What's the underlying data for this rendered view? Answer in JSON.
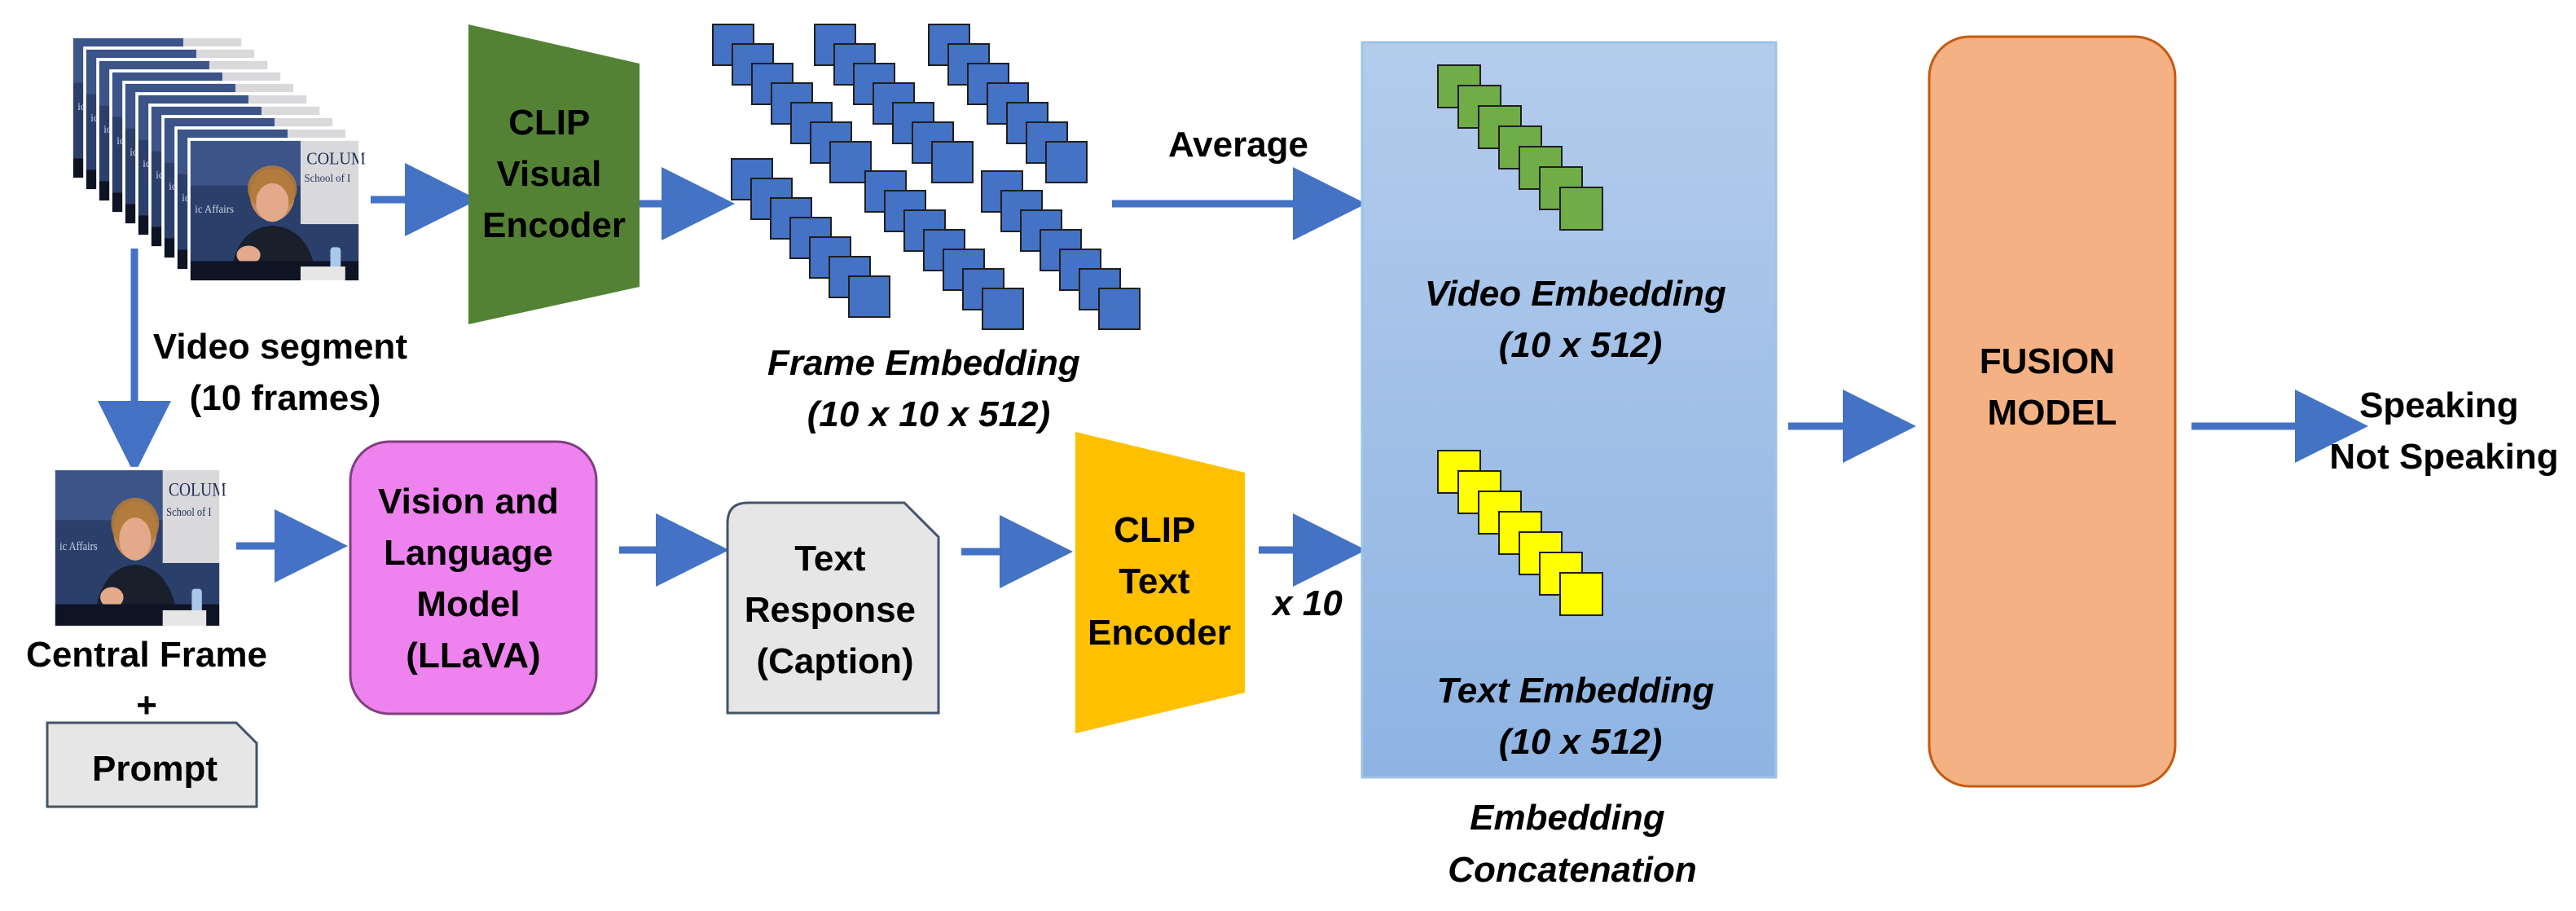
{
  "inputs": {
    "video_segment": [
      "Video segment",
      "(10 frames)"
    ],
    "central_frame": "Central Frame",
    "plus": "+",
    "prompt": "Prompt",
    "slide_text": [
      "COLUM",
      "School of I",
      "ic Affairs"
    ]
  },
  "clip_visual_encoder": [
    "CLIP",
    "Visual",
    "Encoder"
  ],
  "frame_embedding": [
    "Frame Embedding",
    "(10 x 10 x 512)"
  ],
  "average": "Average",
  "vision_language_model": [
    "Vision and",
    "Language",
    "Model",
    "(LLaVA)"
  ],
  "text_response": [
    "Text",
    "Response",
    "(Caption)"
  ],
  "clip_text_encoder": [
    "CLIP",
    "Text",
    "Encoder"
  ],
  "repeat_label": "x 10",
  "video_embedding": [
    "Video Embedding",
    "(10 x 512)"
  ],
  "text_embedding": [
    "Text Embedding",
    "(10 x 512)"
  ],
  "embedding_concatenation": [
    "Embedding",
    "Concatenation"
  ],
  "fusion_model": [
    "FUSION",
    "MODEL"
  ],
  "outputs": [
    "Speaking",
    "Not Speaking"
  ],
  "colors": {
    "arrow": "#4472C4",
    "frame_square": "#4472C4",
    "video_square": "#70AD47",
    "text_square": "#FFFF00",
    "visual_encoder": "#548235",
    "text_encoder": "#FFC000",
    "vlm": "#EE82EE",
    "doc": "#E7E6E6",
    "concat_panel_top": "#B4CCEC",
    "concat_panel_bottom": "#8EB4E3",
    "fusion": "#F4B183"
  }
}
